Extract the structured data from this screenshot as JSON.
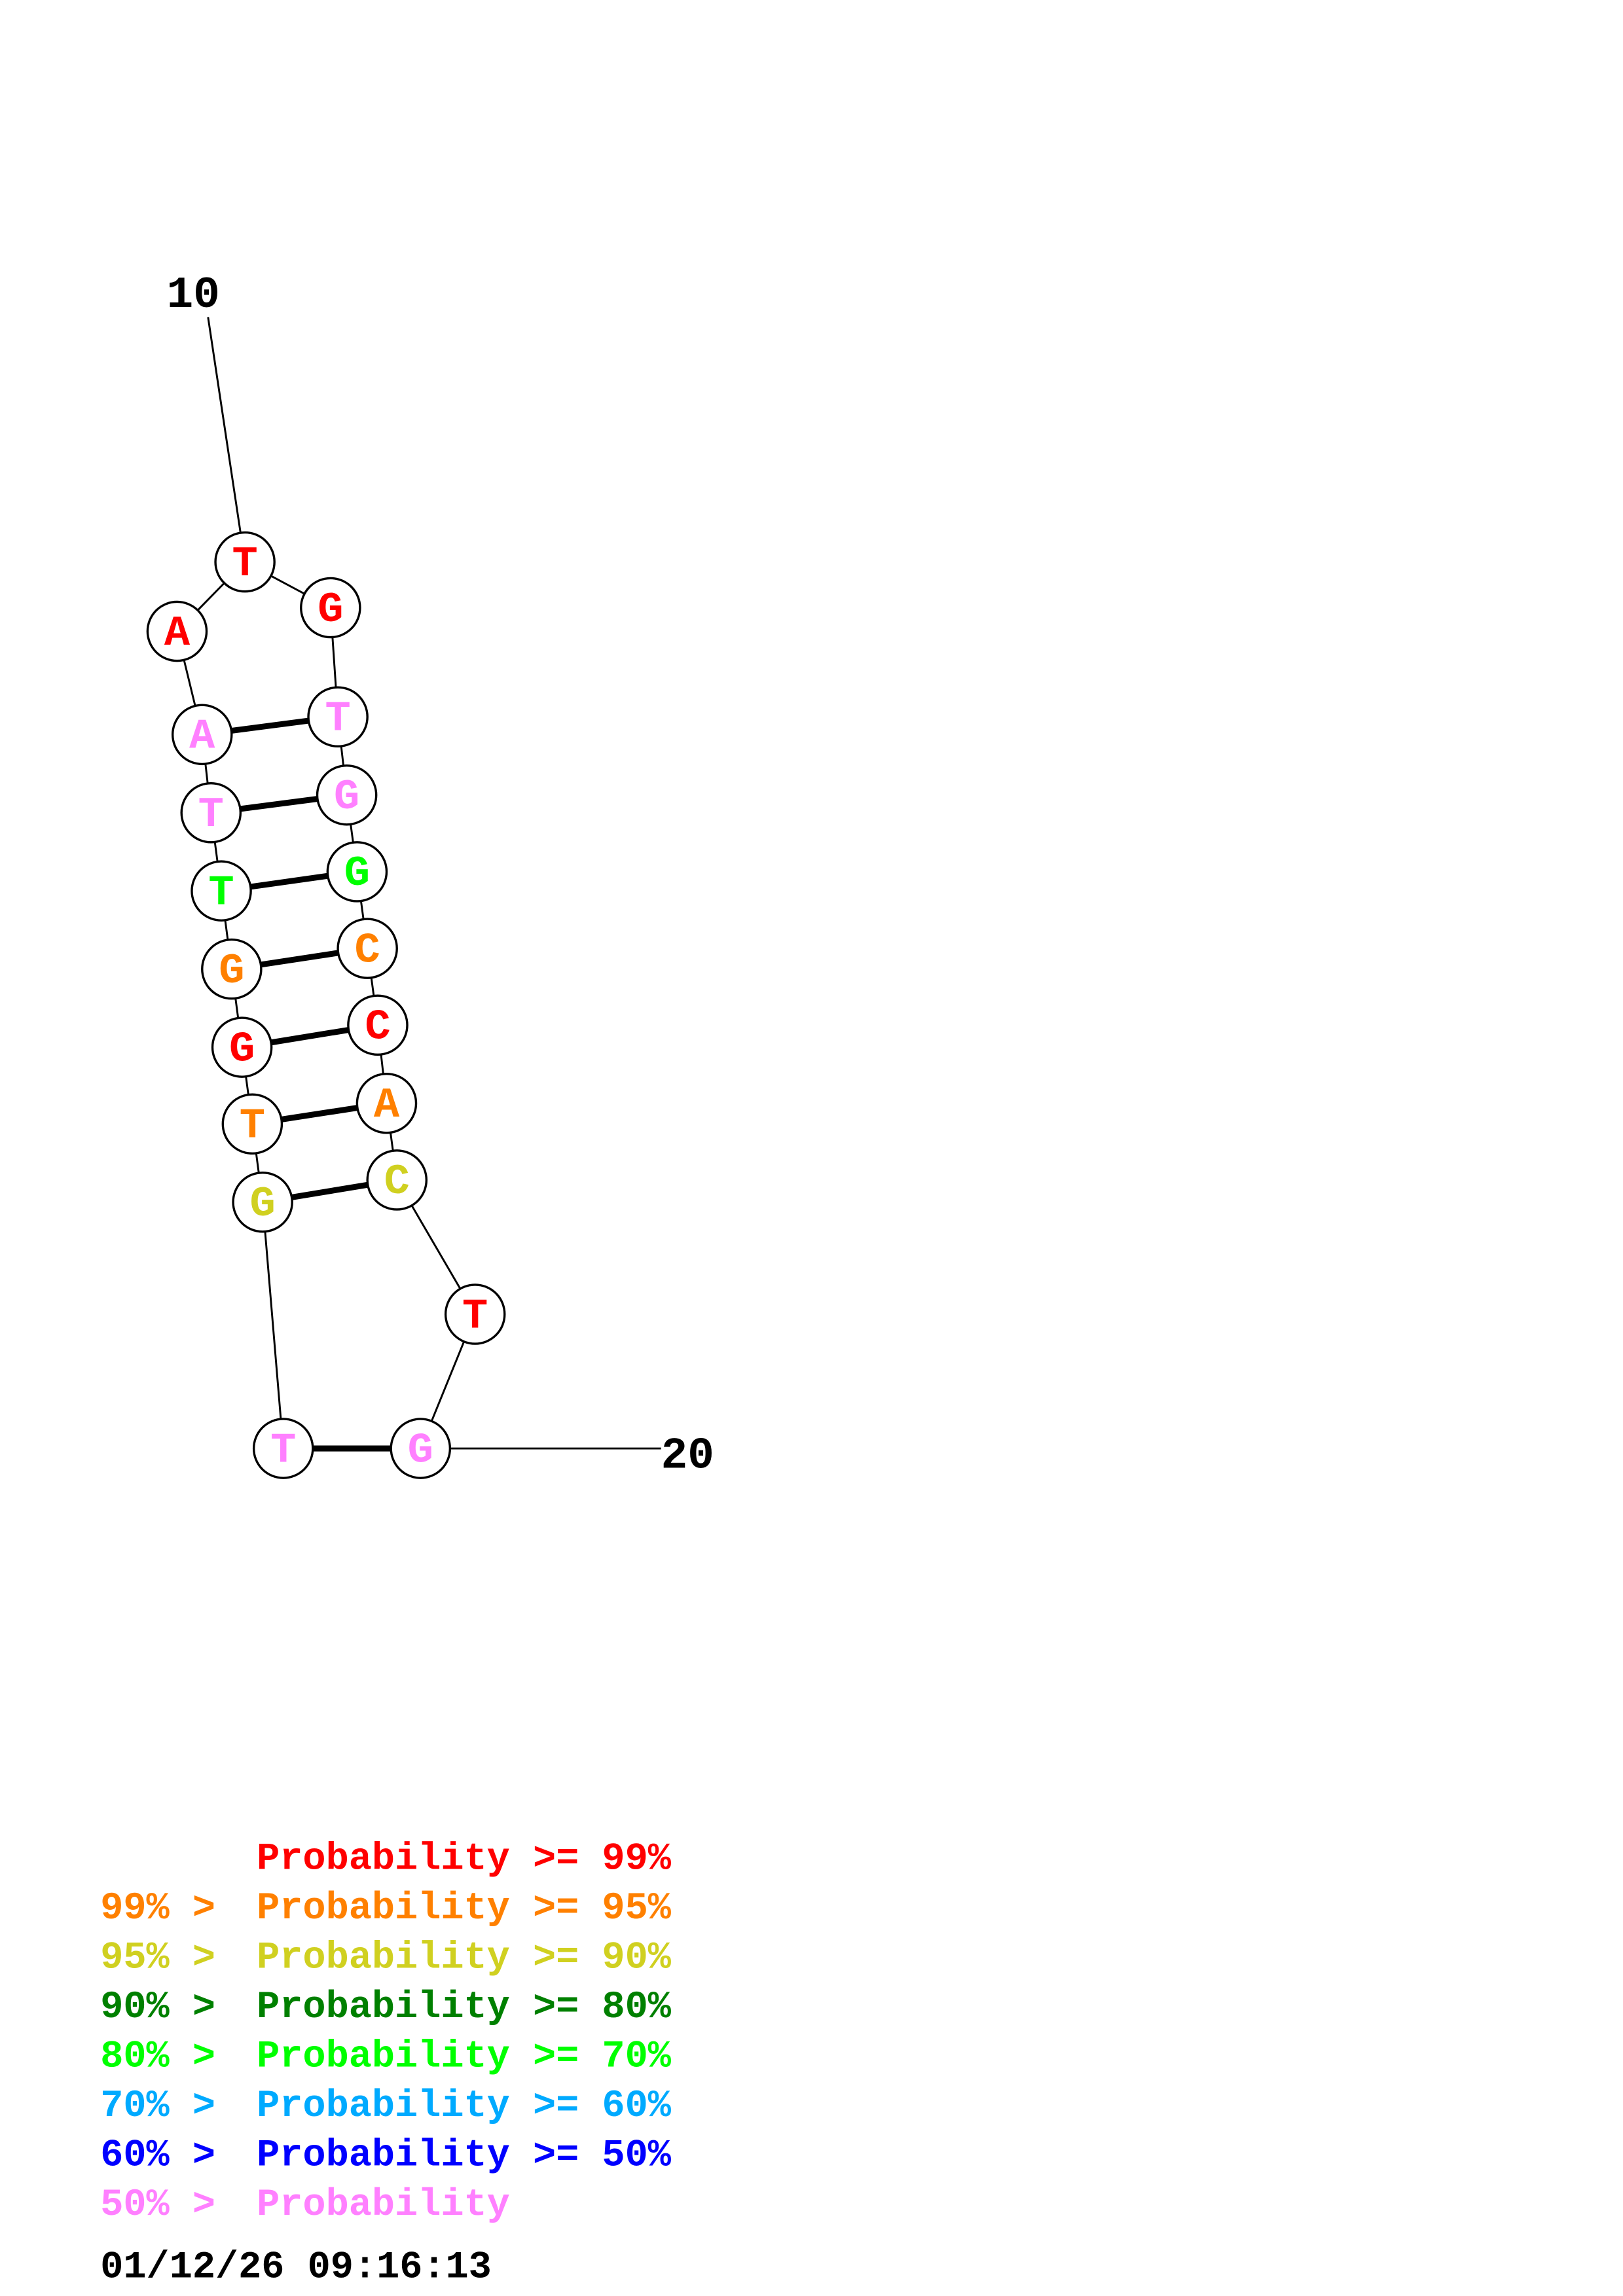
{
  "colors": {
    "p99": "#ff0000",
    "p95": "#ff8000",
    "p90": "#d0d020",
    "p80": "#008000",
    "p70": "#00ff00",
    "p60": "#00aaff",
    "p50": "#0000ff",
    "plow": "#ff80ff"
  },
  "structure": {
    "start_label": "10",
    "end_label": "20",
    "nucleotides": [
      {
        "base": "T",
        "prob": "p99"
      },
      {
        "base": "A",
        "prob": "p99"
      },
      {
        "base": "A",
        "prob": "plow"
      },
      {
        "base": "T",
        "prob": "plow"
      },
      {
        "base": "T",
        "prob": "p70"
      },
      {
        "base": "G",
        "prob": "p95"
      },
      {
        "base": "G",
        "prob": "p99"
      },
      {
        "base": "T",
        "prob": "p95"
      },
      {
        "base": "G",
        "prob": "p90"
      },
      {
        "base": "T",
        "prob": "plow"
      },
      {
        "base": "G",
        "prob": "plow"
      },
      {
        "base": "T",
        "prob": "p99"
      },
      {
        "base": "C",
        "prob": "p90"
      },
      {
        "base": "A",
        "prob": "p95"
      },
      {
        "base": "C",
        "prob": "p99"
      },
      {
        "base": "C",
        "prob": "p95"
      },
      {
        "base": "G",
        "prob": "p70"
      },
      {
        "base": "G",
        "prob": "plow"
      },
      {
        "base": "T",
        "prob": "plow"
      },
      {
        "base": "G",
        "prob": "p99"
      }
    ]
  },
  "legend": [
    {
      "prefix": "",
      "text": "Probability >= 99%",
      "prob": "p99"
    },
    {
      "prefix": "99% > ",
      "text": "Probability >= 95%",
      "prob": "p95"
    },
    {
      "prefix": "95% > ",
      "text": "Probability >= 90%",
      "prob": "p90"
    },
    {
      "prefix": "90% > ",
      "text": "Probability >= 80%",
      "prob": "p80"
    },
    {
      "prefix": "80% > ",
      "text": "Probability >= 70%",
      "prob": "p70"
    },
    {
      "prefix": "70% > ",
      "text": "Probability >= 60%",
      "prob": "p60"
    },
    {
      "prefix": "60% > ",
      "text": "Probability >= 50%",
      "prob": "p50"
    },
    {
      "prefix": "50% > ",
      "text": "Probability",
      "prob": "plow"
    }
  ],
  "timestamp": "01/12/26 09:16:13"
}
